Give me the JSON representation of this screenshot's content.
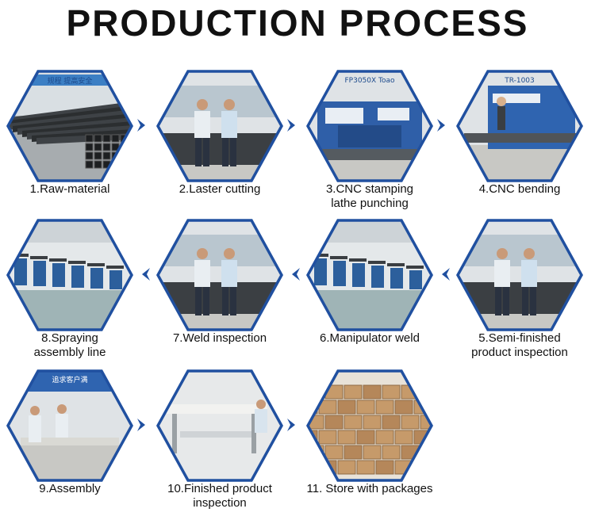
{
  "title": "PRODUCTION PROCESS",
  "colors": {
    "hex_border": "#2050a0",
    "arrow": "#2050a0",
    "title": "#111111"
  },
  "steps": [
    {
      "label": "1.Raw-material",
      "line2": "",
      "scene": "pipes",
      "sign_text": "规程  提高安全"
    },
    {
      "label": "2.Laster cutting",
      "line2": "",
      "scene": "workers",
      "sign_text": ""
    },
    {
      "label": "3.CNC stamping",
      "line2": "lathe punching",
      "scene": "machine",
      "sign_text": "FP3050X   Toao"
    },
    {
      "label": "4.CNC bending",
      "line2": "",
      "scene": "bending",
      "sign_text": "TR-1003"
    },
    {
      "label": "5.Semi-finished",
      "line2": "product inspection",
      "scene": "workers",
      "sign_text": ""
    },
    {
      "label": "6.Manipulator weld",
      "line2": "",
      "scene": "factory",
      "sign_text": ""
    },
    {
      "label": "7.Weld inspection",
      "line2": "",
      "scene": "workers",
      "sign_text": ""
    },
    {
      "label": "8.Spraying",
      "line2": "assembly line",
      "scene": "factory",
      "sign_text": ""
    },
    {
      "label": "9.Assembly",
      "line2": "",
      "scene": "assembly",
      "sign_text": "追求客户满"
    },
    {
      "label": "10.Finished product",
      "line2": "inspection",
      "scene": "bed",
      "sign_text": ""
    },
    {
      "label": "11. Store with packages",
      "line2": "",
      "scene": "boxes",
      "sign_text": ""
    }
  ]
}
